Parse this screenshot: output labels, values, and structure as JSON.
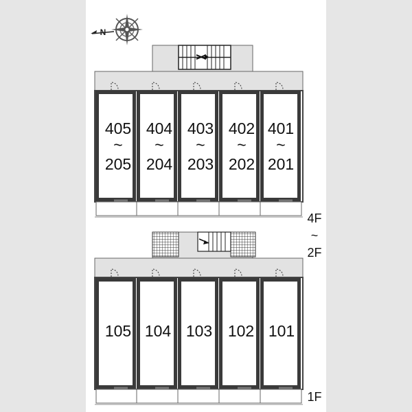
{
  "compass": {
    "label": "N"
  },
  "upper_block": {
    "floor_label_top": "4F",
    "floor_label_tilde": "~",
    "floor_label_bottom": "2F",
    "units": [
      {
        "top": "405",
        "tilde": "~",
        "bottom": "205"
      },
      {
        "top": "404",
        "tilde": "~",
        "bottom": "204"
      },
      {
        "top": "403",
        "tilde": "~",
        "bottom": "203"
      },
      {
        "top": "402",
        "tilde": "~",
        "bottom": "202"
      },
      {
        "top": "401",
        "tilde": "~",
        "bottom": "201"
      }
    ]
  },
  "lower_block": {
    "floor_label": "1F",
    "units": [
      {
        "label": "105"
      },
      {
        "label": "104"
      },
      {
        "label": "103"
      },
      {
        "label": "102"
      },
      {
        "label": "101"
      }
    ]
  }
}
